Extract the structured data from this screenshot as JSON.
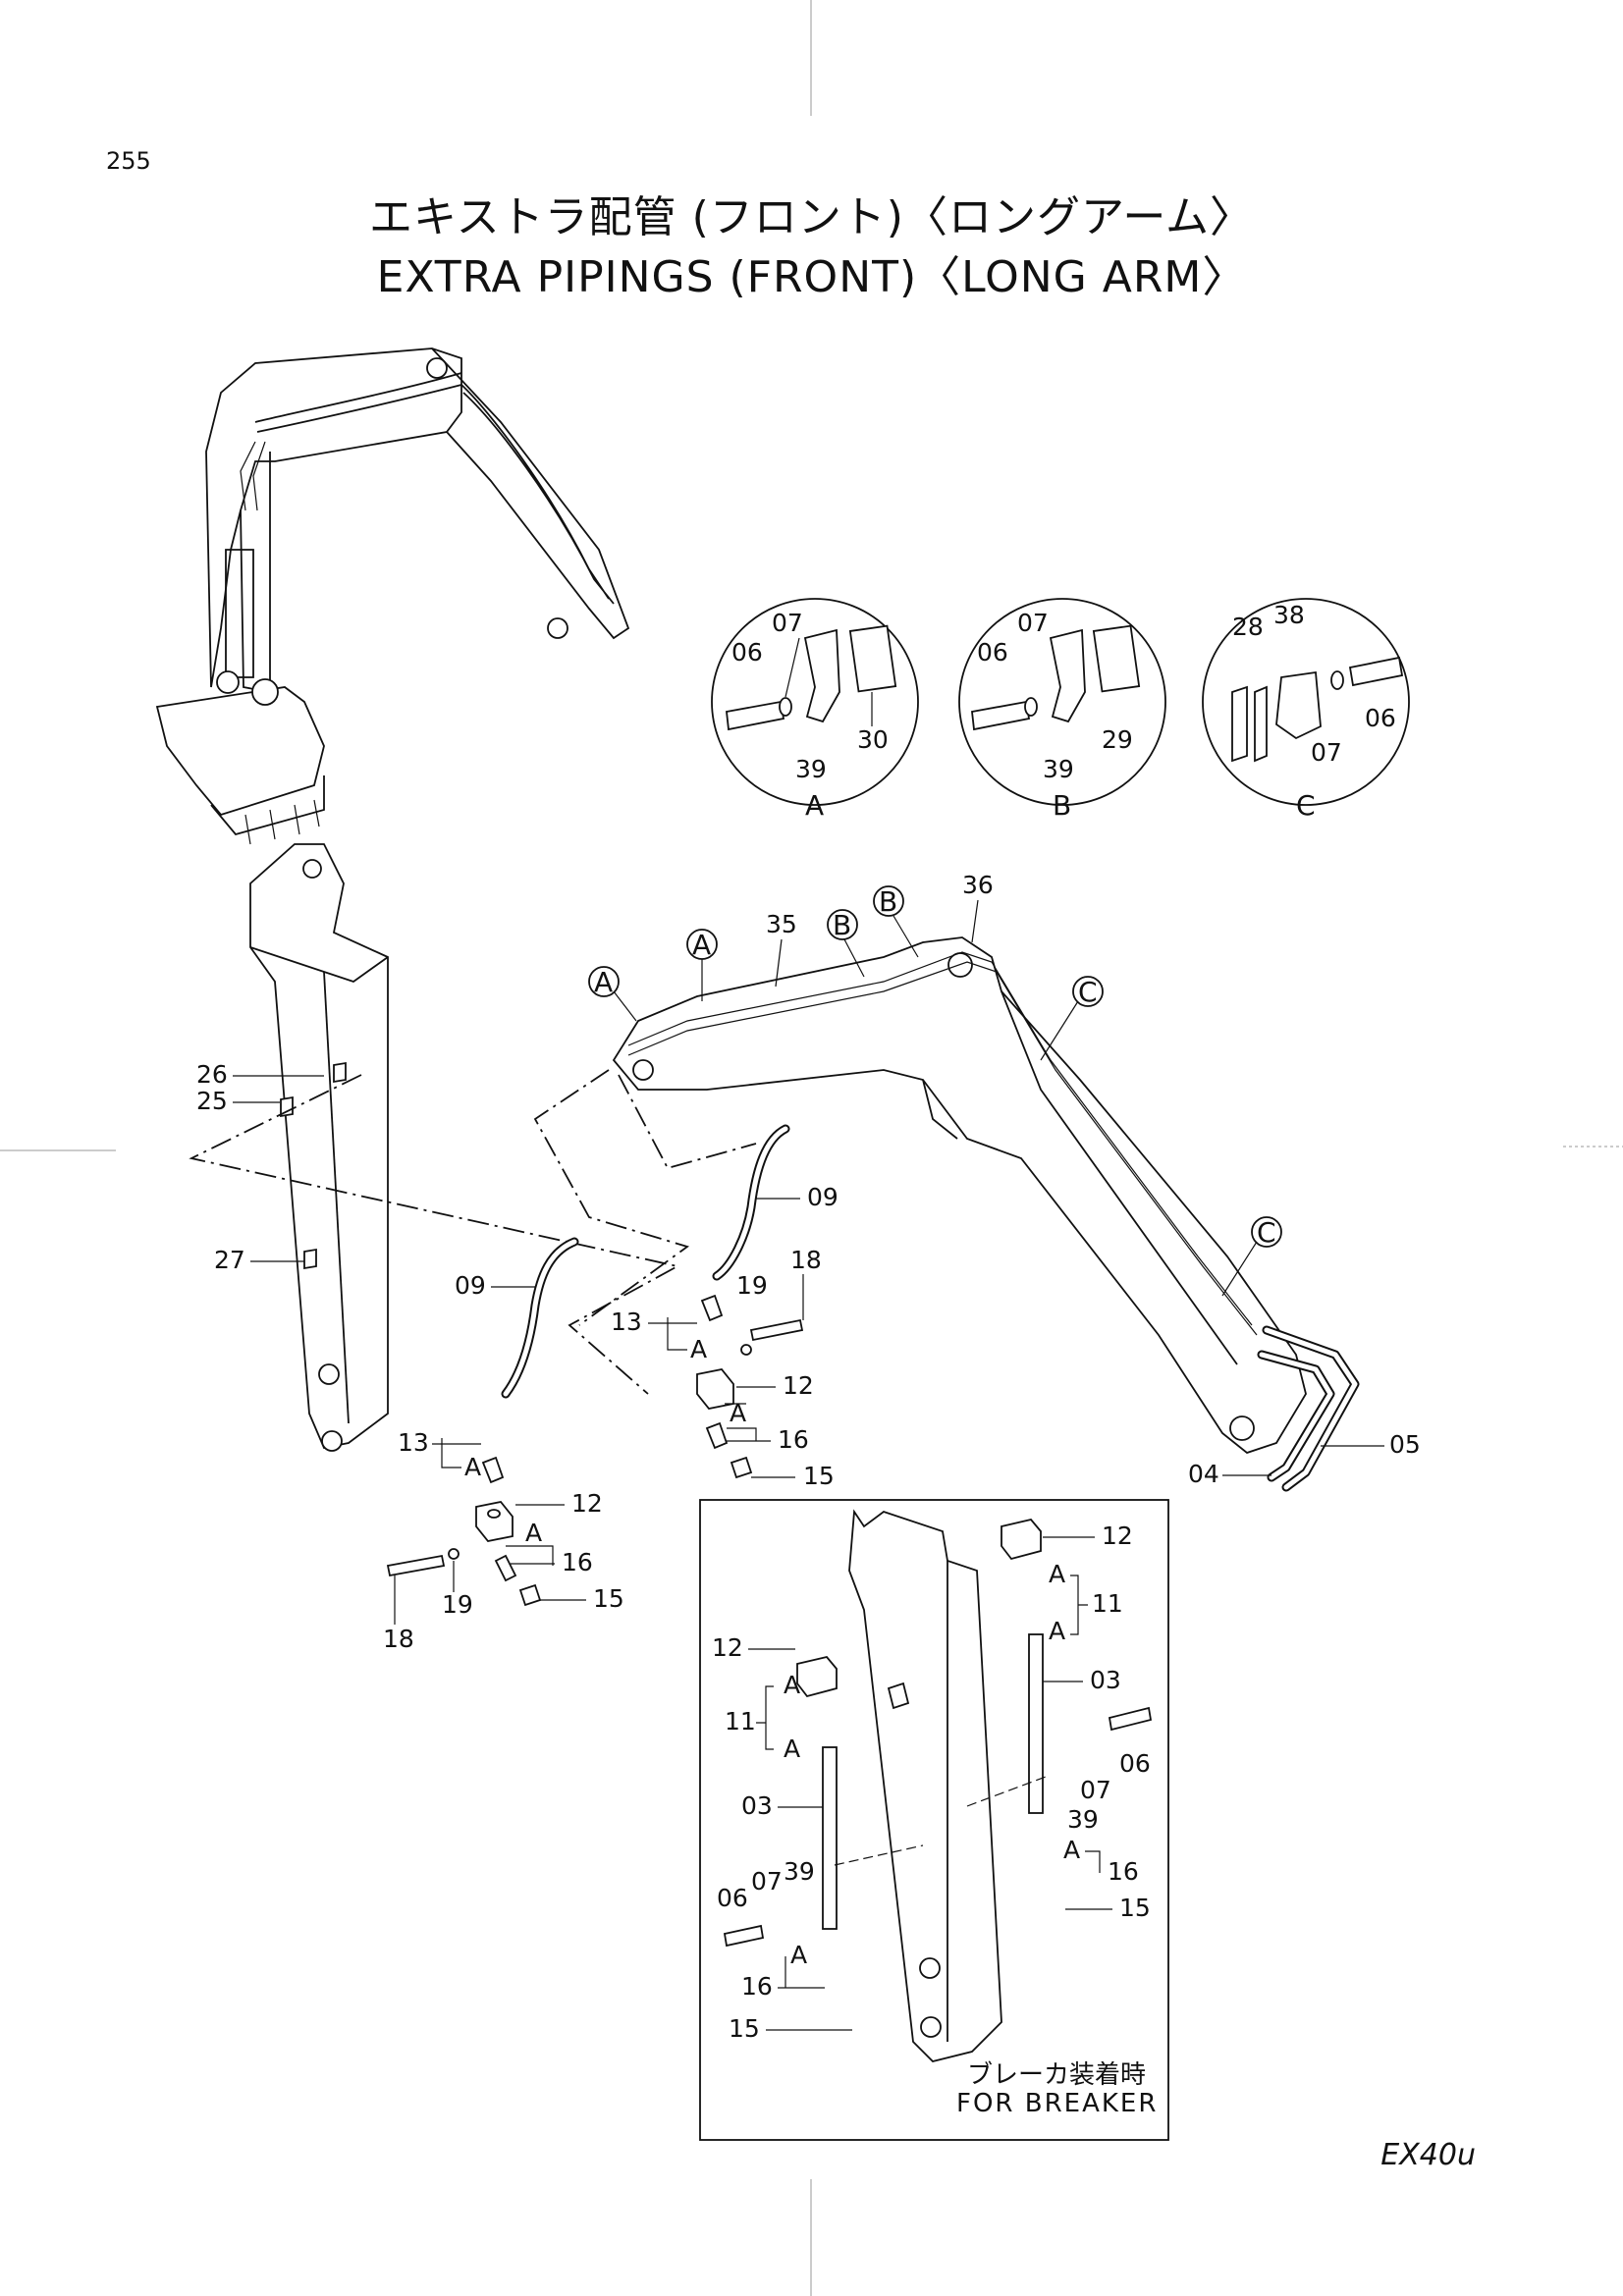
{
  "header": {
    "page_number": "255",
    "title_jp": "エキストラ配管 (フロント)〈ロングアーム〉",
    "title_en": "EXTRA PIPINGS (FRONT)〈LONG ARM〉"
  },
  "footer": {
    "model": "EX40u"
  },
  "breaker_box": {
    "label_jp": "ブレーカ装着時",
    "label_en": "FOR BREAKER"
  },
  "details": {
    "a": {
      "letter": "A",
      "parts": [
        "06",
        "07",
        "39",
        "30"
      ]
    },
    "b": {
      "letter": "B",
      "parts": [
        "06",
        "07",
        "39",
        "29"
      ]
    },
    "c": {
      "letter": "C",
      "parts": [
        "28",
        "38",
        "06",
        "07"
      ]
    }
  },
  "callouts": {
    "a": "A",
    "b": "B",
    "c": "C"
  },
  "parts": {
    "p03": "03",
    "p04": "04",
    "p05": "05",
    "p06": "06",
    "p07": "07",
    "p09": "09",
    "p11": "11",
    "p12": "12",
    "p13": "13",
    "p15": "15",
    "p16": "16",
    "p18": "18",
    "p19": "19",
    "p25": "25",
    "p26": "26",
    "p27": "27",
    "p35": "35",
    "p36": "36",
    "p39": "39"
  }
}
